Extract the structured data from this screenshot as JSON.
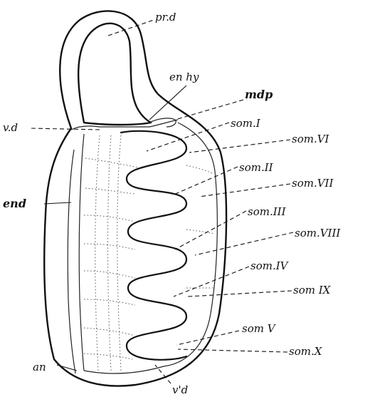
{
  "figure": {
    "labels": {
      "pr_d": "pr.d",
      "en_hy": "en hy",
      "mdp": "mdp",
      "v_d": "v.d",
      "som_I": "som.I",
      "som_VI": "som.VI",
      "som_II": "som.II",
      "som_VII": "som.VII",
      "end": "end",
      "som_III": "som.III",
      "som_VIII": "som.VIII",
      "som_IV": "som.IV",
      "som_IX": "som IX",
      "som_V": "som V",
      "som_X": "som.X",
      "an": "an",
      "v_prime_d": "v'd"
    }
  }
}
